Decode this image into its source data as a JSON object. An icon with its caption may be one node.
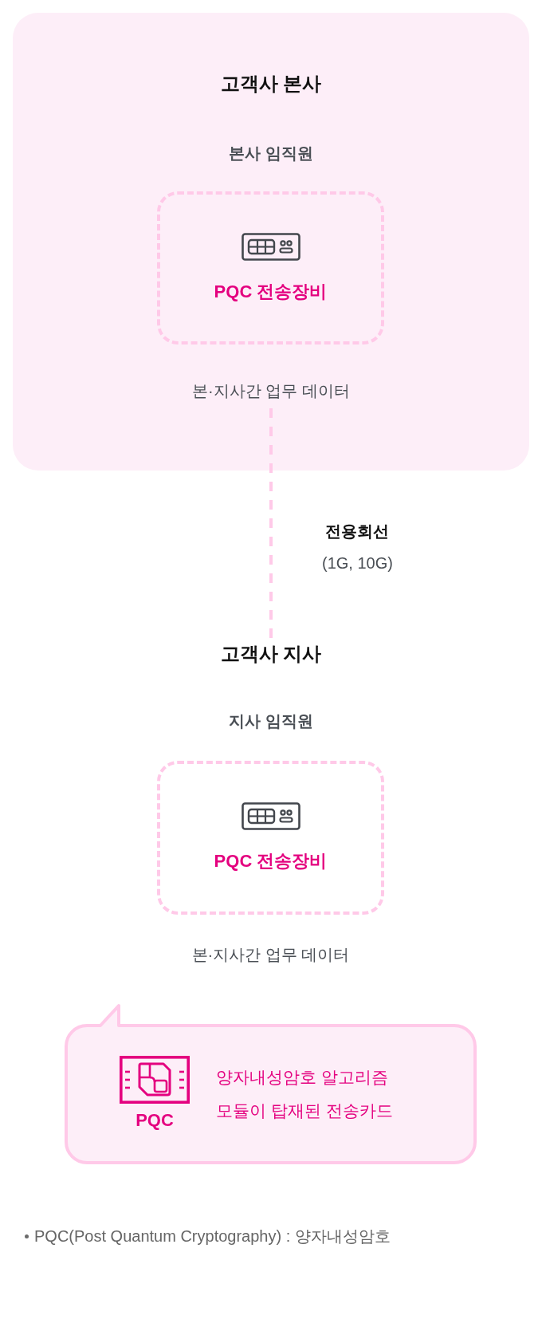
{
  "diagram": {
    "nodes": [
      {
        "text": [
          "고객사 본사",
          "본사 임직원"
        ]
      },
      {
        "text": [
          "PQC 전송장비"
        ],
        "in": 0
      },
      {
        "text": [
          "본·지사간 업무 데이터"
        ],
        "in": 0
      },
      {
        "text": [
          "고객사 지사",
          "지사 임직원"
        ]
      },
      {
        "text": [
          "PQC 전송장비"
        ],
        "beside": [
          "본·지사간 업무 데이터"
        ]
      },
      {
        "text": [
          "PQC",
          "양자내성암호 알고리즘 모듈이 탑재된 전송카드"
        ]
      }
    ],
    "edges": [
      {
        "from": 2,
        "to": 3,
        "arrow": "none",
        "style": "dashed",
        "label": "**전용회선** (1G, 10G)"
      }
    ],
    "labels": [
      "PQC(Post Quantum Cryptography) : 양자내성암호"
    ]
  }
}
